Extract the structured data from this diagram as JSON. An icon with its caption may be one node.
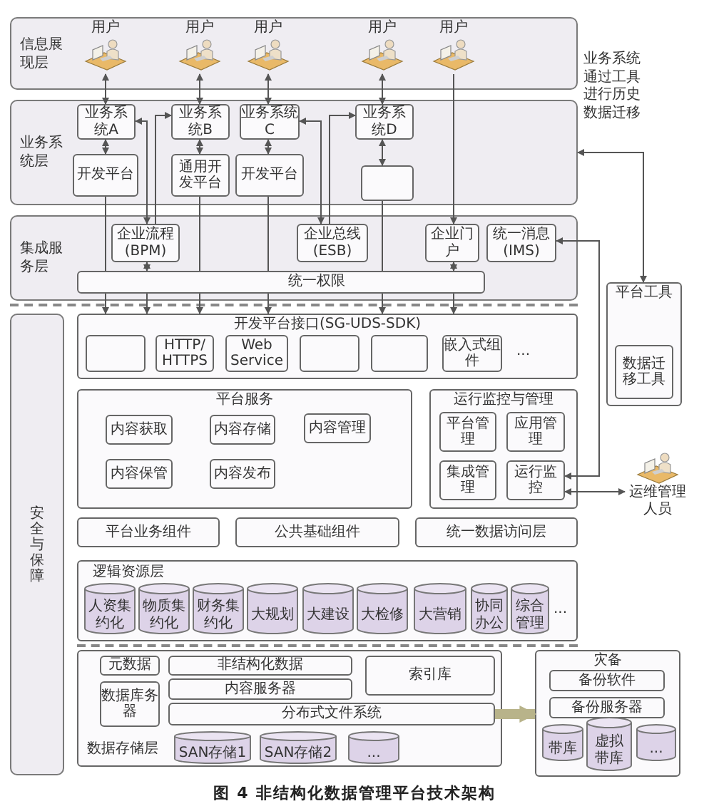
{
  "diagram": {
    "caption": "图 4 非结构化数据管理平台技术架构",
    "nodes": [
      {
        "text": [
          "信息展现层"
        ]
      },
      {
        "text": [
          "用户"
        ],
        "in": 0
      },
      {
        "text": [
          "用户"
        ],
        "in": 0
      },
      {
        "text": [
          "用户"
        ],
        "in": 0
      },
      {
        "text": [
          "用户"
        ],
        "in": 0
      },
      {
        "text": [
          "用户"
        ],
        "in": 0
      },
      {
        "text": [
          "业务系统层"
        ]
      },
      {
        "text": [
          "业务系统A"
        ],
        "in": 6
      },
      {
        "text": [
          "业务系统B"
        ],
        "in": 6
      },
      {
        "text": [
          "业务系统C"
        ],
        "in": 6
      },
      {
        "text": [
          "业务系统D"
        ],
        "in": 6
      },
      {
        "text": [
          "开发平台"
        ],
        "in": 6
      },
      {
        "text": [
          "通用开发平台"
        ],
        "in": 6
      },
      {
        "text": [
          "开发平台"
        ],
        "in": 6
      },
      {
        "text": [],
        "shape": "box",
        "in": 6
      },
      {
        "text": [
          "集成服务层"
        ]
      },
      {
        "text": [
          "企业流程(BPM)"
        ],
        "in": 15
      },
      {
        "text": [
          "企业总线(ESB)"
        ],
        "in": 15
      },
      {
        "text": [
          "企业门户"
        ],
        "in": 15
      },
      {
        "text": [
          "统一消息(IMS)"
        ],
        "in": 15
      },
      {
        "text": [
          "统一权限"
        ],
        "in": 15
      },
      {
        "text": [
          "安全与保障"
        ]
      },
      {
        "text": [
          "开发平台接口(SG-UDS-SDK)"
        ]
      },
      {
        "text": [],
        "shape": "box",
        "in": 22
      },
      {
        "text": [
          "HTTP/ HTTPS"
        ],
        "in": 22
      },
      {
        "text": [
          "Web Service"
        ],
        "in": 22
      },
      {
        "text": [],
        "shape": "box",
        "in": 22
      },
      {
        "text": [],
        "shape": "box",
        "in": 22
      },
      {
        "text": [
          "嵌入式组件"
        ],
        "in": 22
      },
      {
        "text": [
          "平台服务"
        ]
      },
      {
        "text": [
          "内容获取"
        ],
        "in": 29
      },
      {
        "text": [
          "内容存储"
        ],
        "in": 29
      },
      {
        "text": [
          "内容管理"
        ],
        "in": 29
      },
      {
        "text": [
          "内容保管"
        ],
        "in": 29
      },
      {
        "text": [
          "内容发布"
        ],
        "in": 29
      },
      {
        "text": [
          "运行监控与管理"
        ]
      },
      {
        "text": [
          "平台管理"
        ],
        "in": 35
      },
      {
        "text": [
          "应用管理"
        ],
        "in": 35
      },
      {
        "text": [
          "集成管理"
        ],
        "in": 35
      },
      {
        "text": [
          "运行监控"
        ],
        "in": 35
      },
      {
        "text": [
          "平台业务组件"
        ]
      },
      {
        "text": [
          "公共基础组件"
        ]
      },
      {
        "text": [
          "统一数据访问层"
        ]
      },
      {
        "text": [
          "平台工具"
        ]
      },
      {
        "text": [
          "数据迁移工具"
        ],
        "in": 43
      },
      {
        "text": [
          "运维管理人员"
        ]
      },
      {
        "text": [
          "逻辑资源层"
        ]
      },
      {
        "text": [
          "人资集约化"
        ],
        "in": 46
      },
      {
        "text": [
          "物质集约化"
        ],
        "in": 46
      },
      {
        "text": [
          "财务集约化"
        ],
        "in": 46
      },
      {
        "text": [
          "大规划"
        ],
        "in": 46
      },
      {
        "text": [
          "大建设"
        ],
        "in": 46
      },
      {
        "text": [
          "大检修"
        ],
        "in": 46
      },
      {
        "text": [
          "大营销"
        ],
        "in": 46
      },
      {
        "text": [
          "协同办公"
        ],
        "in": 46
      },
      {
        "text": [
          "综合管理"
        ],
        "in": 46
      },
      {
        "text": [
          "数据存储层"
        ]
      },
      {
        "text": [
          "元数据"
        ],
        "in": 56
      },
      {
        "text": [
          "非结构化数据"
        ],
        "in": 56
      },
      {
        "text": [
          "内容服务器"
        ],
        "in": 56
      },
      {
        "text": [
          "数据库务器"
        ],
        "in": 56
      },
      {
        "text": [
          "分布式文件系统"
        ],
        "in": 56
      },
      {
        "text": [
          "索引库"
        ],
        "in": 56
      },
      {
        "text": [
          "SAN存储1"
        ],
        "in": 56
      },
      {
        "text": [
          "SAN存储2"
        ],
        "in": 56
      },
      {
        "text": [
          "..."
        ],
        "in": 56
      },
      {
        "text": [
          "灾备"
        ]
      },
      {
        "text": [
          "备份软件"
        ],
        "in": 66
      },
      {
        "text": [
          "备份服务器"
        ],
        "in": 66
      },
      {
        "text": [
          "带库"
        ],
        "in": 66
      },
      {
        "text": [
          "虚拟带库"
        ],
        "in": 66
      },
      {
        "text": [
          "..."
        ],
        "in": 66
      }
    ],
    "edges": [
      {
        "from": 1,
        "to": 7,
        "arrow": "both"
      },
      {
        "from": 7,
        "to": 11,
        "arrow": "both"
      },
      {
        "from": 11,
        "to": 20,
        "arrow": "none"
      },
      {
        "from": 2,
        "to": 8,
        "arrow": "both"
      },
      {
        "from": 8,
        "to": 12,
        "arrow": "both"
      },
      {
        "from": 12,
        "to": 20,
        "arrow": "none"
      },
      {
        "from": 3,
        "to": 9,
        "arrow": "both"
      },
      {
        "from": 9,
        "to": 13,
        "arrow": "both"
      },
      {
        "from": 13,
        "to": 20,
        "arrow": "none"
      },
      {
        "from": 4,
        "to": 10,
        "arrow": "both"
      },
      {
        "from": 10,
        "to": 14,
        "arrow": "both"
      },
      {
        "from": 14,
        "to": 20,
        "arrow": "none"
      },
      {
        "from": 5,
        "to": 18,
        "arrow": "to"
      },
      {
        "from": 16,
        "to": 7,
        "arrow": "both"
      },
      {
        "from": 16,
        "to": 8,
        "arrow": "to"
      },
      {
        "from": 16,
        "to": 20,
        "arrow": "both"
      },
      {
        "from": 20,
        "to": 22,
        "arrow": "to"
      },
      {
        "from": 17,
        "to": 9,
        "arrow": "both"
      },
      {
        "from": 17,
        "to": 10,
        "arrow": "to"
      },
      {
        "from": 18,
        "to": 20,
        "arrow": "both"
      },
      {
        "from": 20,
        "to": 22,
        "arrow": "to"
      },
      {
        "from": 6,
        "to": 43,
        "arrow": "both"
      },
      {
        "from": 19,
        "to": 39,
        "arrow": "both"
      },
      {
        "from": 39,
        "to": 45,
        "arrow": "both"
      },
      {
        "from": 61,
        "to": 66,
        "arrow": "to",
        "style": "thick",
        "color": "#b8b38a"
      },
      {
        "from": 20,
        "to": 22,
        "arrow": "to"
      },
      {
        "from": 20,
        "to": 22,
        "arrow": "to"
      },
      {
        "from": 20,
        "to": 22,
        "arrow": "to"
      },
      {
        "from": 20,
        "to": 22,
        "arrow": "to"
      }
    ],
    "labels": [
      "业务系统通过工具进行历史数据迁移",
      "...",
      "..."
    ]
  }
}
